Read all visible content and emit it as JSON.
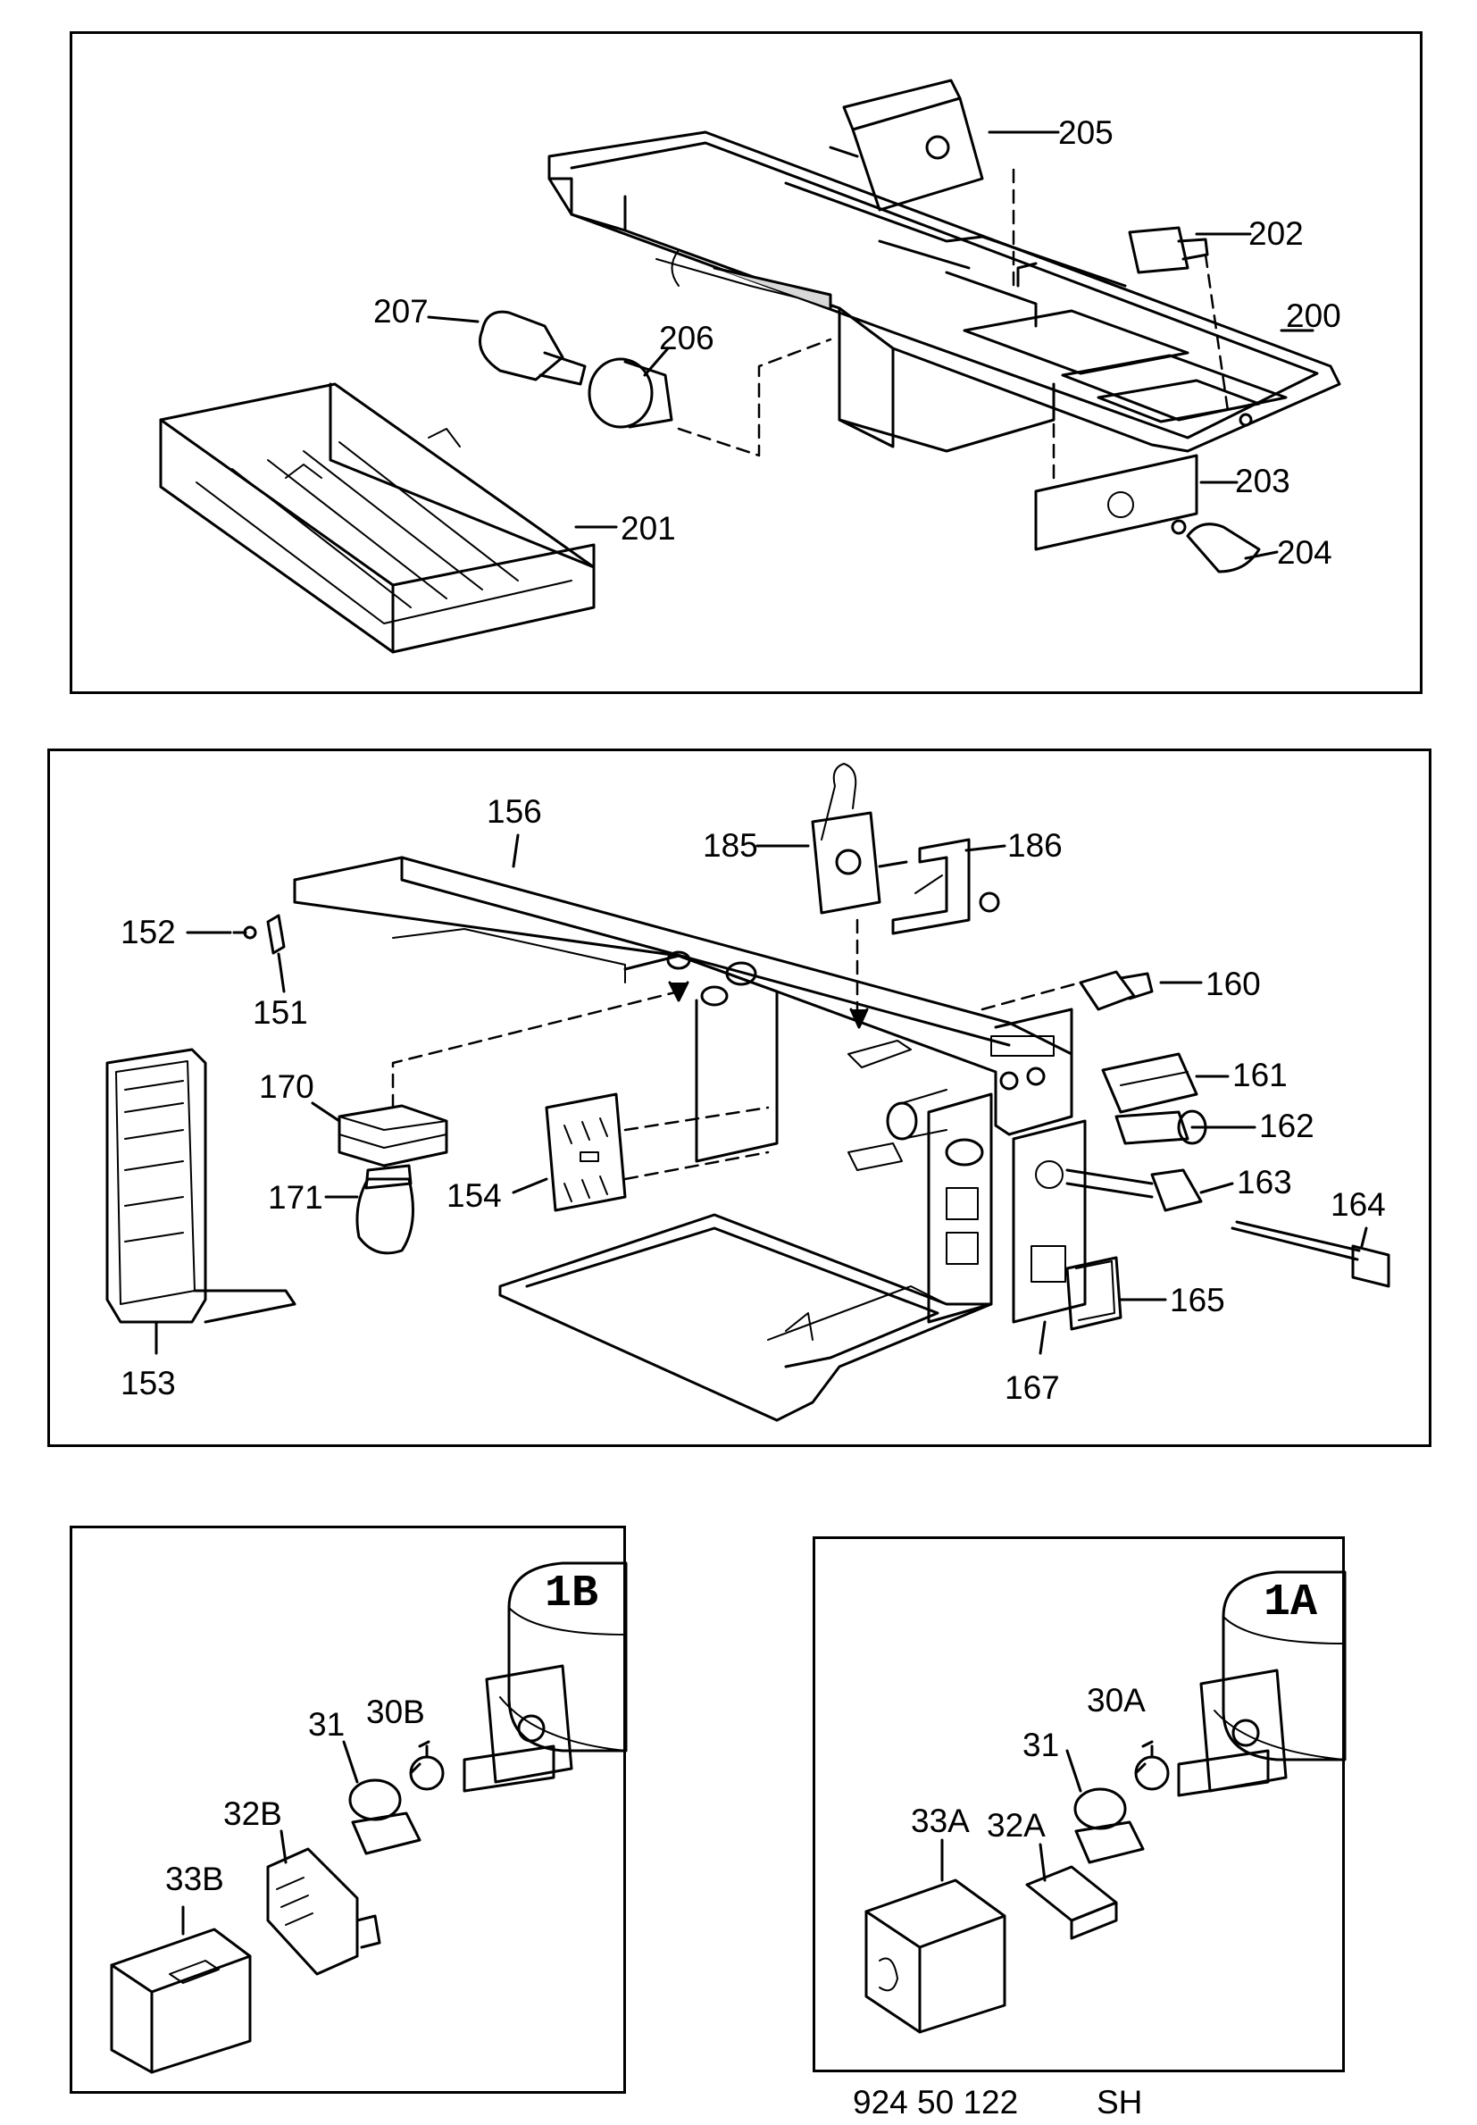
{
  "panels": {
    "top": {
      "callouts": [
        "200",
        "201",
        "202",
        "203",
        "204",
        "205",
        "206",
        "207"
      ]
    },
    "middle": {
      "callouts": [
        "151",
        "152",
        "153",
        "154",
        "156",
        "160",
        "161",
        "162",
        "163",
        "164",
        "165",
        "167",
        "170",
        "171",
        "185",
        "186"
      ]
    },
    "bottom_left": {
      "badge": "1B",
      "callouts": [
        "30B",
        "31",
        "32B",
        "33B"
      ]
    },
    "bottom_right": {
      "badge": "1A",
      "callouts": [
        "30A",
        "31",
        "32A",
        "33A"
      ]
    }
  },
  "footer": {
    "code": "924 50 122",
    "suffix": "SH"
  }
}
